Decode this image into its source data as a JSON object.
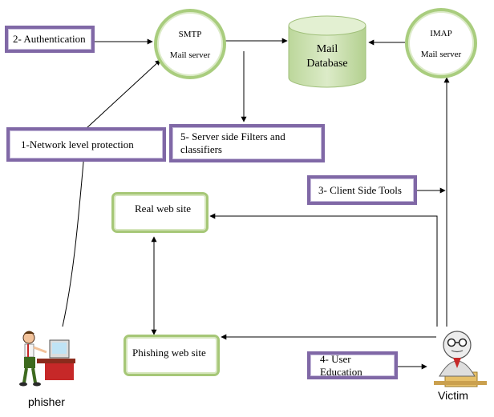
{
  "servers": {
    "smtp": {
      "protocol": "SMTP",
      "label": "Mail server"
    },
    "imap": {
      "protocol": "IMAP",
      "label": "Mail server"
    }
  },
  "database": {
    "line1": "Mail",
    "line2": "Database"
  },
  "protections": {
    "authentication": "2- Authentication",
    "network": "1-Network level protection",
    "server_filters": "5- Server side Filters and classifiers",
    "client_tools": "3- Client Side Tools",
    "user_education": "4- User Education"
  },
  "sites": {
    "real": "Real web site",
    "phishing": "Phishing web site"
  },
  "actors": {
    "phisher": "phisher",
    "victim": "Victim"
  },
  "colors": {
    "purple_border": "#8068a6",
    "green_border": "#a6c777",
    "database_fill": "#c9e0ad"
  }
}
